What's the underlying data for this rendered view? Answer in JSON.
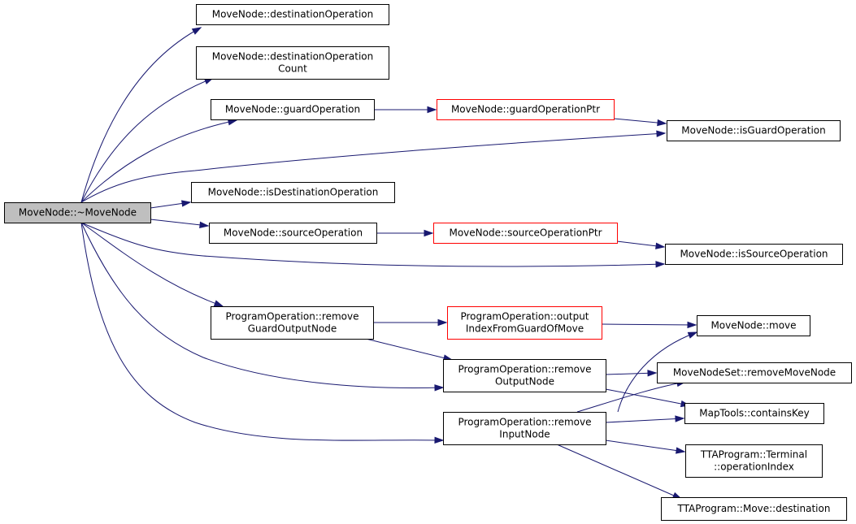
{
  "graph": {
    "colors": {
      "edge": "#191970",
      "root_fill": "#bfbfbf",
      "highlight_border": "#ff0000"
    },
    "nodes": {
      "root": {
        "lines": [
          "MoveNode::~MoveNode"
        ],
        "style": "root"
      },
      "dest_op": {
        "lines": [
          "MoveNode::destinationOperation"
        ],
        "style": "normal"
      },
      "dest_op_count": {
        "lines": [
          "MoveNode::destinationOperation",
          "Count"
        ],
        "style": "normal"
      },
      "guard_op": {
        "lines": [
          "MoveNode::guardOperation"
        ],
        "style": "normal"
      },
      "guard_op_ptr": {
        "lines": [
          "MoveNode::guardOperationPtr"
        ],
        "style": "red"
      },
      "is_guard_op": {
        "lines": [
          "MoveNode::isGuardOperation"
        ],
        "style": "normal"
      },
      "is_dest_op": {
        "lines": [
          "MoveNode::isDestinationOperation"
        ],
        "style": "normal"
      },
      "source_op": {
        "lines": [
          "MoveNode::sourceOperation"
        ],
        "style": "normal"
      },
      "source_op_ptr": {
        "lines": [
          "MoveNode::sourceOperationPtr"
        ],
        "style": "red"
      },
      "is_source_op": {
        "lines": [
          "MoveNode::isSourceOperation"
        ],
        "style": "normal"
      },
      "po_remove_guard": {
        "lines": [
          "ProgramOperation::remove",
          "GuardOutputNode"
        ],
        "style": "normal"
      },
      "po_output_index": {
        "lines": [
          "ProgramOperation::output",
          "IndexFromGuardOfMove"
        ],
        "style": "red"
      },
      "mn_move": {
        "lines": [
          "MoveNode::move"
        ],
        "style": "normal"
      },
      "po_remove_output": {
        "lines": [
          "ProgramOperation::remove",
          "OutputNode"
        ],
        "style": "normal"
      },
      "mns_remove": {
        "lines": [
          "MoveNodeSet::removeMoveNode"
        ],
        "style": "normal"
      },
      "map_contains": {
        "lines": [
          "MapTools::containsKey"
        ],
        "style": "normal"
      },
      "po_remove_input": {
        "lines": [
          "ProgramOperation::remove",
          "InputNode"
        ],
        "style": "normal"
      },
      "tta_terminal": {
        "lines": [
          "TTAProgram::Terminal",
          "::operationIndex"
        ],
        "style": "normal"
      },
      "tta_move_dest": {
        "lines": [
          "TTAProgram::Move::destination"
        ],
        "style": "normal"
      }
    },
    "edges": [
      [
        "root",
        "dest_op"
      ],
      [
        "root",
        "dest_op_count"
      ],
      [
        "root",
        "guard_op"
      ],
      [
        "root",
        "is_guard_op"
      ],
      [
        "root",
        "is_dest_op"
      ],
      [
        "root",
        "source_op"
      ],
      [
        "root",
        "is_source_op"
      ],
      [
        "root",
        "po_remove_guard"
      ],
      [
        "root",
        "po_remove_output"
      ],
      [
        "root",
        "po_remove_input"
      ],
      [
        "guard_op",
        "guard_op_ptr"
      ],
      [
        "guard_op_ptr",
        "is_guard_op"
      ],
      [
        "source_op",
        "source_op_ptr"
      ],
      [
        "source_op_ptr",
        "is_source_op"
      ],
      [
        "po_remove_guard",
        "po_output_index"
      ],
      [
        "po_remove_guard",
        "po_remove_output"
      ],
      [
        "po_output_index",
        "mn_move"
      ],
      [
        "po_remove_output",
        "mns_remove"
      ],
      [
        "po_remove_output",
        "map_contains"
      ],
      [
        "po_remove_input",
        "mn_move"
      ],
      [
        "po_remove_input",
        "mns_remove"
      ],
      [
        "po_remove_input",
        "map_contains"
      ],
      [
        "po_remove_input",
        "tta_terminal"
      ],
      [
        "po_remove_input",
        "tta_move_dest"
      ]
    ]
  }
}
